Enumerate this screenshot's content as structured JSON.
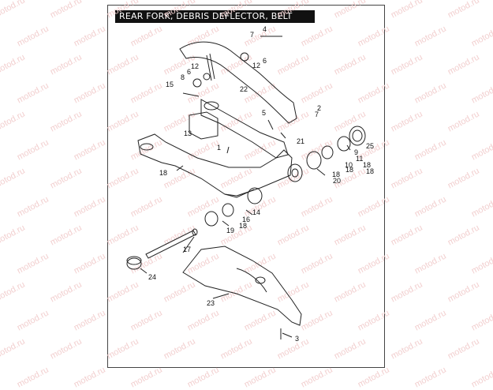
{
  "title": "REAR FORK, DEBRIS DEFLECTOR, BELT GUARD",
  "watermark_text": "motod.ru",
  "callouts": [
    "1",
    "2",
    "3",
    "4",
    "5",
    "6",
    "6",
    "7",
    "7",
    "8",
    "9",
    "10",
    "11",
    "12",
    "12",
    "13",
    "14",
    "15",
    "16",
    "17",
    "18",
    "18",
    "18",
    "18",
    "18",
    "18",
    "19",
    "20",
    "21",
    "22",
    "23",
    "24",
    "25"
  ],
  "colors": {
    "line": "#222222",
    "title_bg": "#111111",
    "watermark": "#f2cfcf"
  }
}
